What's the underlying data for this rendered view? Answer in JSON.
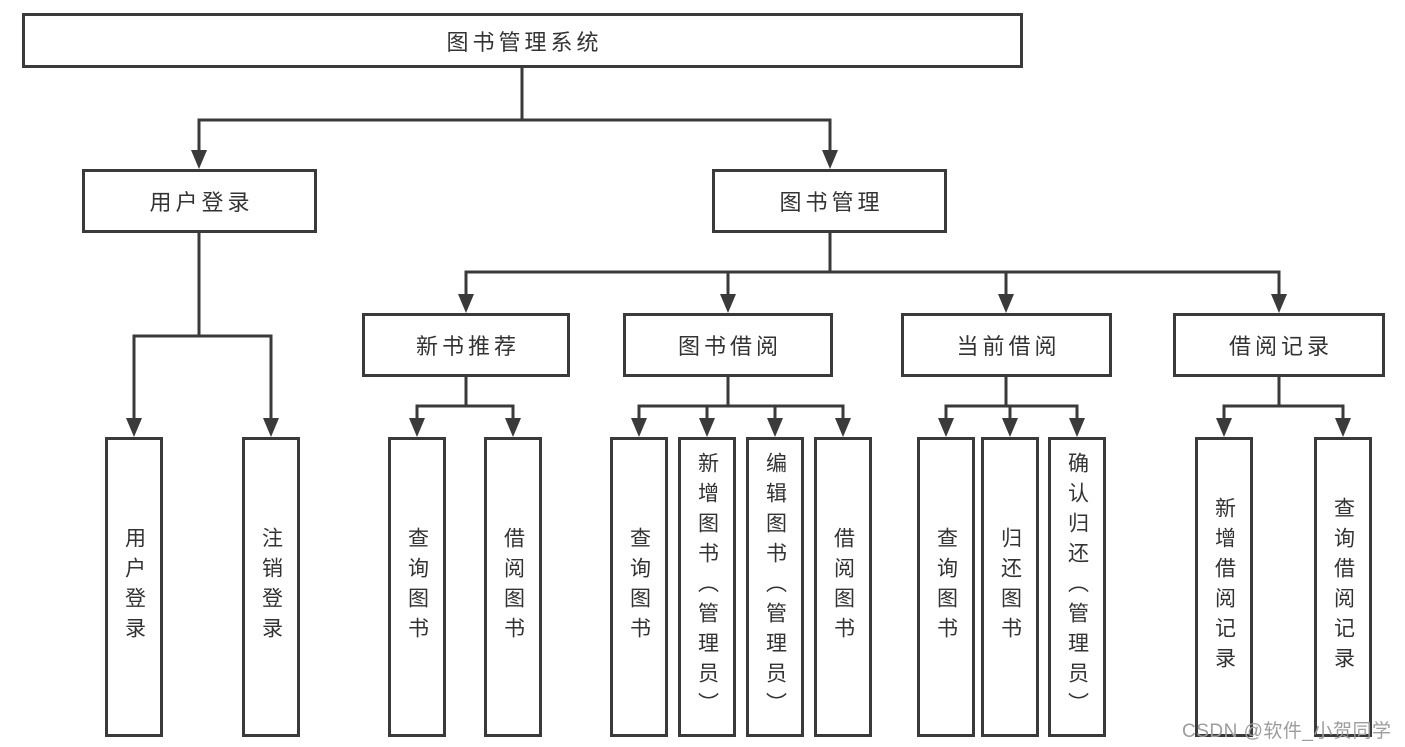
{
  "diagram": {
    "root": {
      "label": "图书管理系统"
    },
    "level2": [
      {
        "label": "用户登录"
      },
      {
        "label": "图书管理"
      }
    ],
    "level3": [
      {
        "label": "新书推荐"
      },
      {
        "label": "图书借阅"
      },
      {
        "label": "当前借阅"
      },
      {
        "label": "借阅记录"
      }
    ],
    "leaves": {
      "user_login": [
        "用户登录",
        "注销登录"
      ],
      "new_books": [
        "查询图书",
        "借阅图书"
      ],
      "book_borrow": [
        "查询图书",
        "新增图书（管理员）",
        "编辑图书（管理员）",
        "借阅图书"
      ],
      "current_borrow": [
        "查询图书",
        "归还图书",
        "确认归还（管理员）"
      ],
      "borrow_records": [
        "新增借阅记录",
        "查询借阅记录"
      ]
    }
  },
  "watermark": {
    "text": "CSDN @软件_小贺同学"
  },
  "colors": {
    "line": "#3a3a3a",
    "text": "#333333",
    "watermark": "#9d9d9d",
    "background": "#ffffff"
  }
}
